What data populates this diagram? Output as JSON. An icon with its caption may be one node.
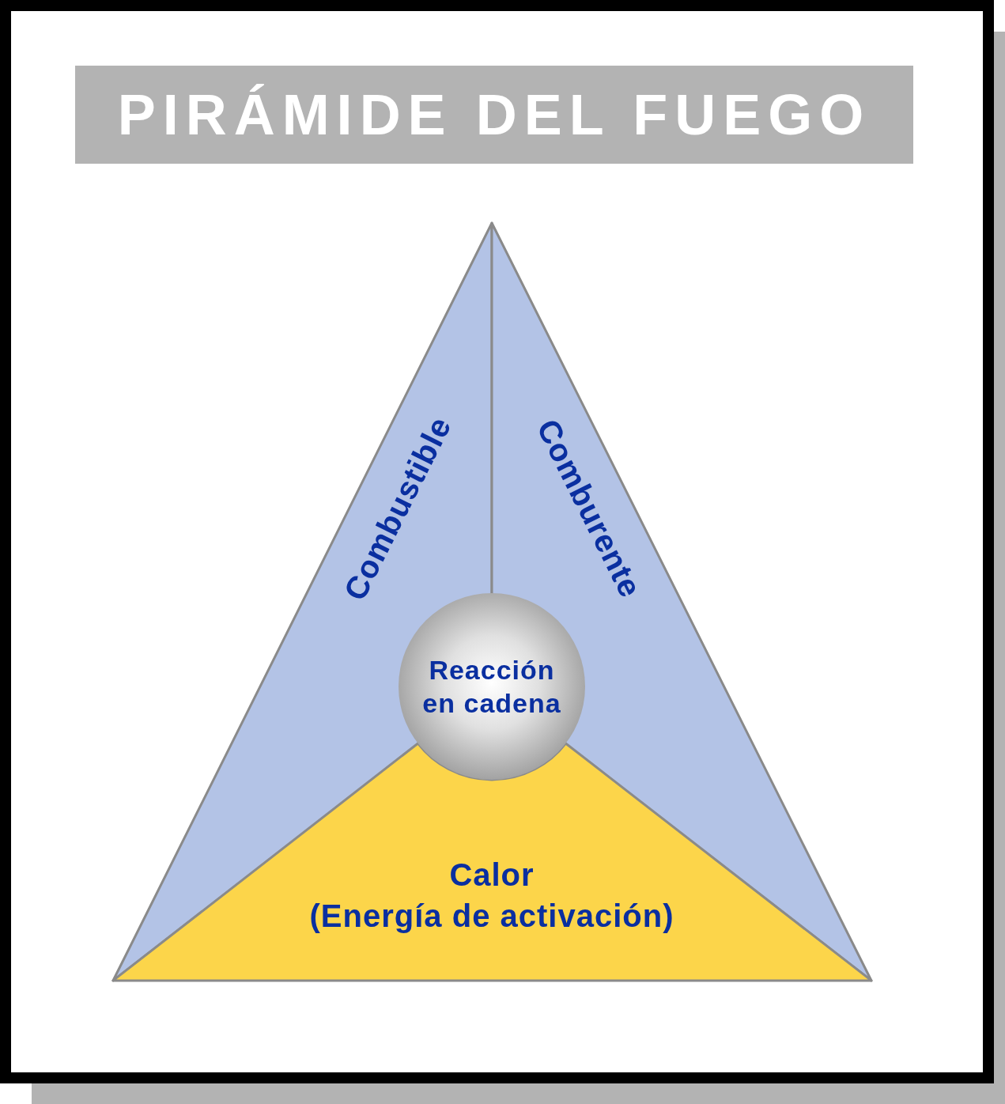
{
  "diagram": {
    "title": "PIRÁMIDE DEL FUEGO",
    "nodes": [
      {
        "text": [
          "Combustible"
        ]
      },
      {
        "text": [
          "Comburente"
        ]
      },
      {
        "text": [
          "Calor",
          "(Energía de activación)"
        ]
      },
      {
        "text": [
          "Reacción en cadena"
        ]
      }
    ]
  }
}
